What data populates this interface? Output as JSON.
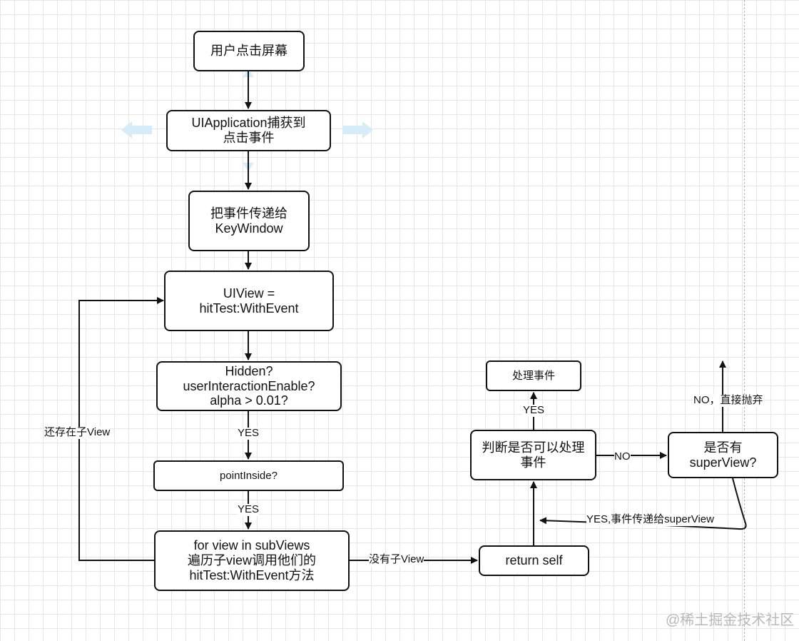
{
  "nodes": {
    "tap_screen": "用户点击屏幕",
    "app_capture": "UIApplication捕获到\n点击事件",
    "pass_keywindow": "把事件传递给\nKeyWindow",
    "hittest": "UIView =\nhitTest:WithEvent",
    "conditions": "Hidden?\nuserInteractionEnable?\nalpha > 0.01?",
    "point_inside": "pointInside?",
    "for_subviews": "for view in subViews\n遍历子view调用他们的\nhitTest:WithEvent方法",
    "return_self": "return self",
    "can_handle": "判断是否可以处理\n事件",
    "handle_event": "处理事件",
    "has_superview": "是否有\nsuperView?"
  },
  "edge_labels": {
    "yes_conditions": "YES",
    "yes_pointinside": "YES",
    "has_subview_loop": "还存在子View",
    "no_subview": "没有子View",
    "yes_handle": "YES",
    "no_handle": "NO",
    "no_superview": "NO，直接抛弃",
    "yes_superview": "YES,事件传递给superView"
  },
  "watermark": "@稀土掘金技术社区",
  "colors": {
    "stroke": "#111111",
    "grid": "#e6e6e6",
    "hint_arrow": "#d6ecf8",
    "watermark": "#b9b9b9"
  }
}
